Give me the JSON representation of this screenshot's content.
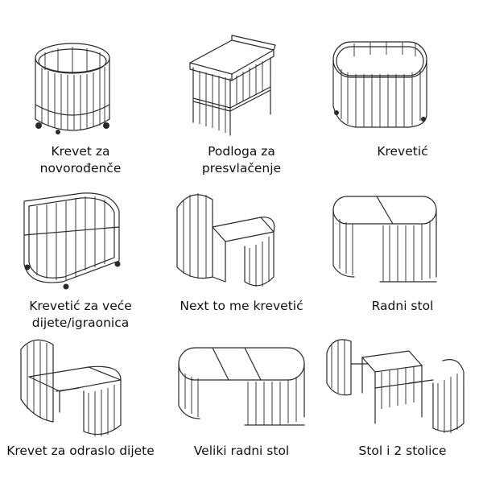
{
  "configurations": [
    {
      "label": "Krevet za\nnovorođenče"
    },
    {
      "label": "Podloga za\npresvlačenje"
    },
    {
      "label": "Krevetić"
    },
    {
      "label": "Krevetić za veće\ndijete/igraonica"
    },
    {
      "label": "Next to me krevetić"
    },
    {
      "label": "Radni stol"
    },
    {
      "label": "Krevet za odraslo dijete"
    },
    {
      "label": "Veliki radni stol"
    },
    {
      "label": "Stol i 2 stolice"
    }
  ]
}
